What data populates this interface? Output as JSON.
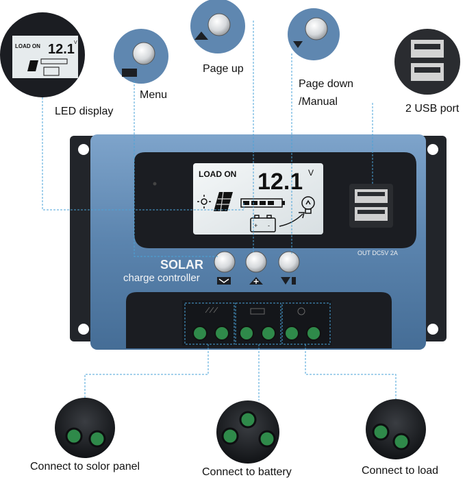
{
  "callouts": {
    "led_display": "LED display",
    "menu": "Menu",
    "page_up": "Page up",
    "page_down_line1": "Page down",
    "page_down_line2": "/Manual",
    "usb": "2 USB port",
    "solar": "Connect to solor panel",
    "battery": "Connect to battery",
    "load": "Connect to load"
  },
  "device": {
    "brand_line1": "SOLAR",
    "brand_line2": "charge controller",
    "usb_rating": "OUT DC5V 2A"
  },
  "lcd": {
    "status": "LOAD ON",
    "value": "12.1",
    "unit": "V"
  },
  "colors": {
    "body_blue": "#5f87b0",
    "body_dark": "#1c1f24",
    "callout_line": "#4aa3d8",
    "terminal_green": "#2f8a4a"
  },
  "icons": [
    "sun-icon",
    "solar-panel-icon",
    "battery-icon",
    "bulb-icon",
    "arrow-icon",
    "menu-icon",
    "plus-icon",
    "down-icon"
  ]
}
